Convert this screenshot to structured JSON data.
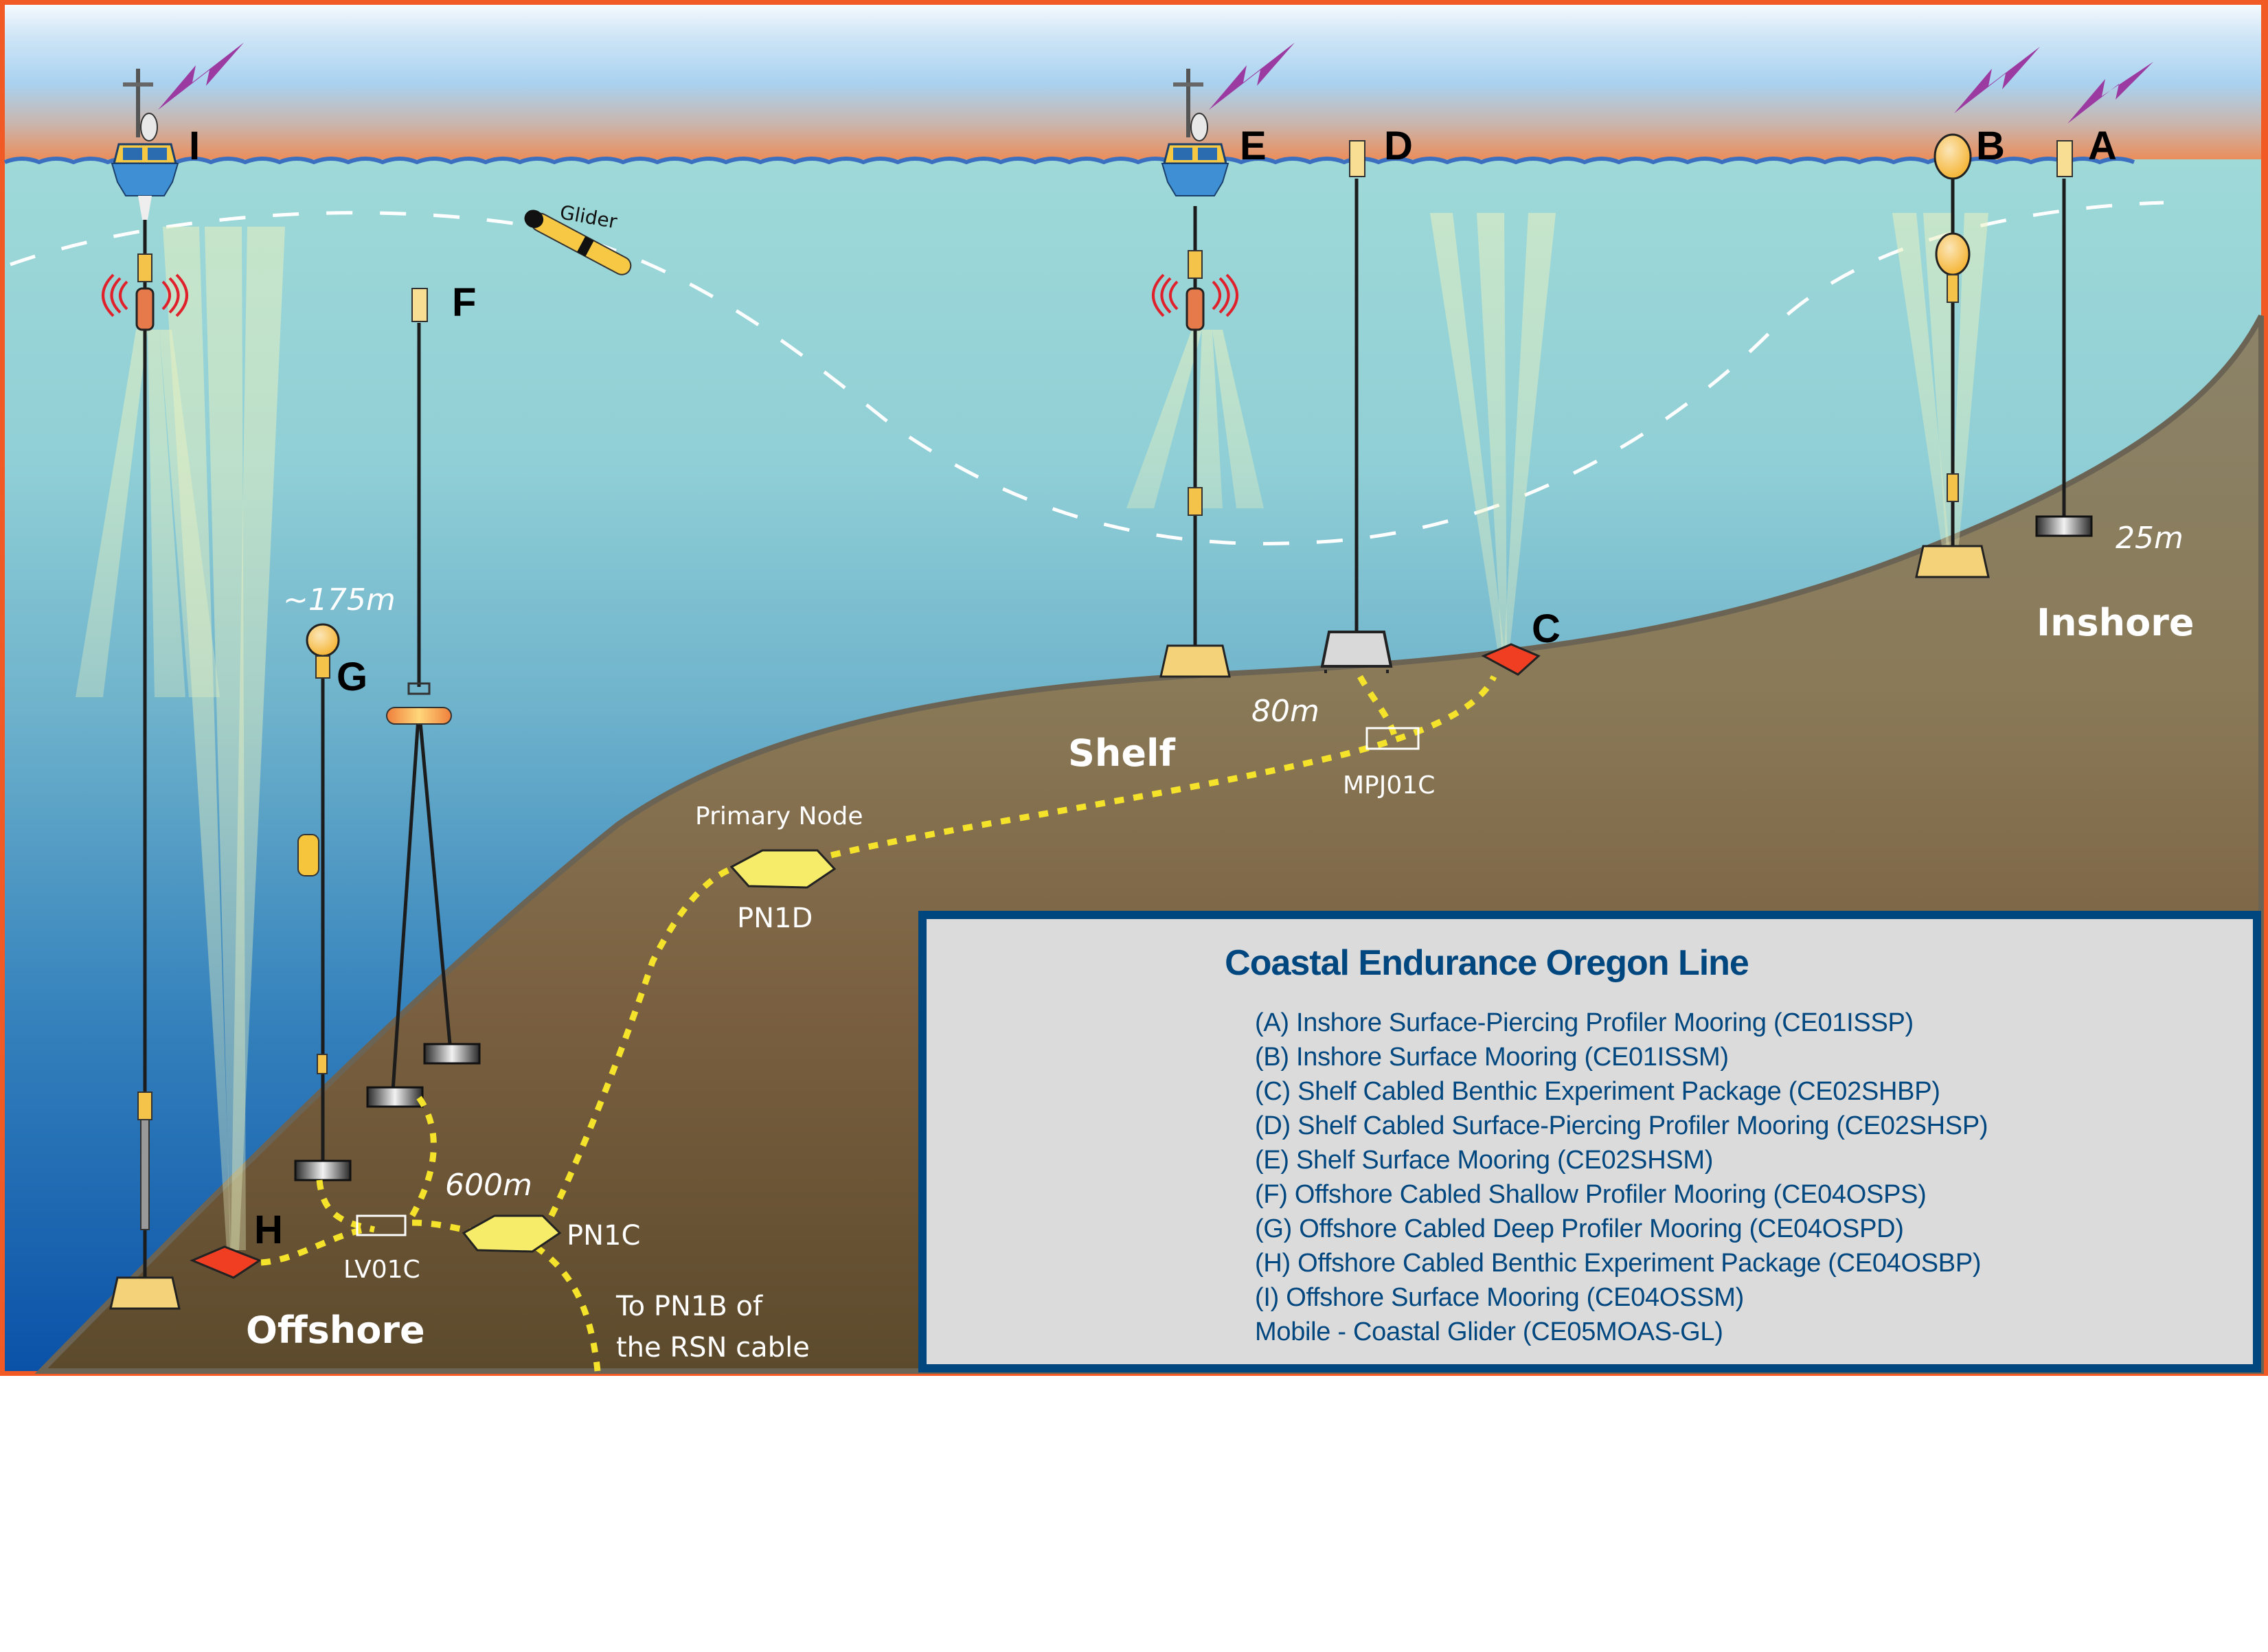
{
  "title": "Coastal Endurance Oregon Line",
  "colors": {
    "frame": "#f15a24",
    "legend_border": "#00467f",
    "legend_bg": "#dbdbdb",
    "legend_text": "#00467f",
    "cable": "#f5e32b",
    "seabed_shelf": "#8b8369",
    "seabed_deep": "#5e4a2c",
    "water_shallow": "#9cd8d8",
    "water_deep": "#0a56a8"
  },
  "site_letters": {
    "A": "A",
    "B": "B",
    "C": "C",
    "D": "D",
    "E": "E",
    "F": "F",
    "G": "G",
    "H": "H",
    "I": "I"
  },
  "regions": {
    "inshore": "Inshore",
    "shelf": "Shelf",
    "offshore": "Offshore"
  },
  "depths": {
    "inshore": "25m",
    "shelf": "80m",
    "offshore": "600m",
    "profiler_top": "~175m"
  },
  "nodes": {
    "primary_node_label": "Primary Node",
    "pn1d": "PN1D",
    "pn1c": "PN1C",
    "mpj01c": "MPJ01C",
    "lv01c": "LV01C",
    "to_pn1b_line1": "To PN1B of",
    "to_pn1b_line2": "the RSN cable"
  },
  "glider_label": "Glider",
  "icons": {
    "surface_buoy": "surface-mooring-buoy-icon",
    "profiler": "profiler-icon",
    "benthic_package": "benthic-package-icon",
    "primary_node": "primary-node-icon",
    "junction_box": "junction-box-icon",
    "glider": "glider-icon",
    "telemetry": "lightning-telemetry-icon",
    "anchor": "anchor-weight-icon"
  },
  "legend": {
    "items": [
      "(A) Inshore Surface-Piercing Profiler Mooring (CE01ISSP)",
      "(B) Inshore Surface Mooring (CE01ISSM)",
      "(C) Shelf Cabled Benthic Experiment Package (CE02SHBP)",
      "(D) Shelf Cabled Surface-Piercing Profiler Mooring (CE02SHSP)",
      "(E) Shelf Surface Mooring (CE02SHSM)",
      "(F) Offshore Cabled Shallow Profiler Mooring (CE04OSPS)",
      "(G) Offshore Cabled Deep Profiler Mooring (CE04OSPD)",
      "(H) Offshore Cabled Benthic Experiment Package (CE04OSBP)",
      "(I) Offshore Surface Mooring (CE04OSSM)",
      "Mobile - Coastal Glider (CE05MOAS-GL)"
    ]
  }
}
